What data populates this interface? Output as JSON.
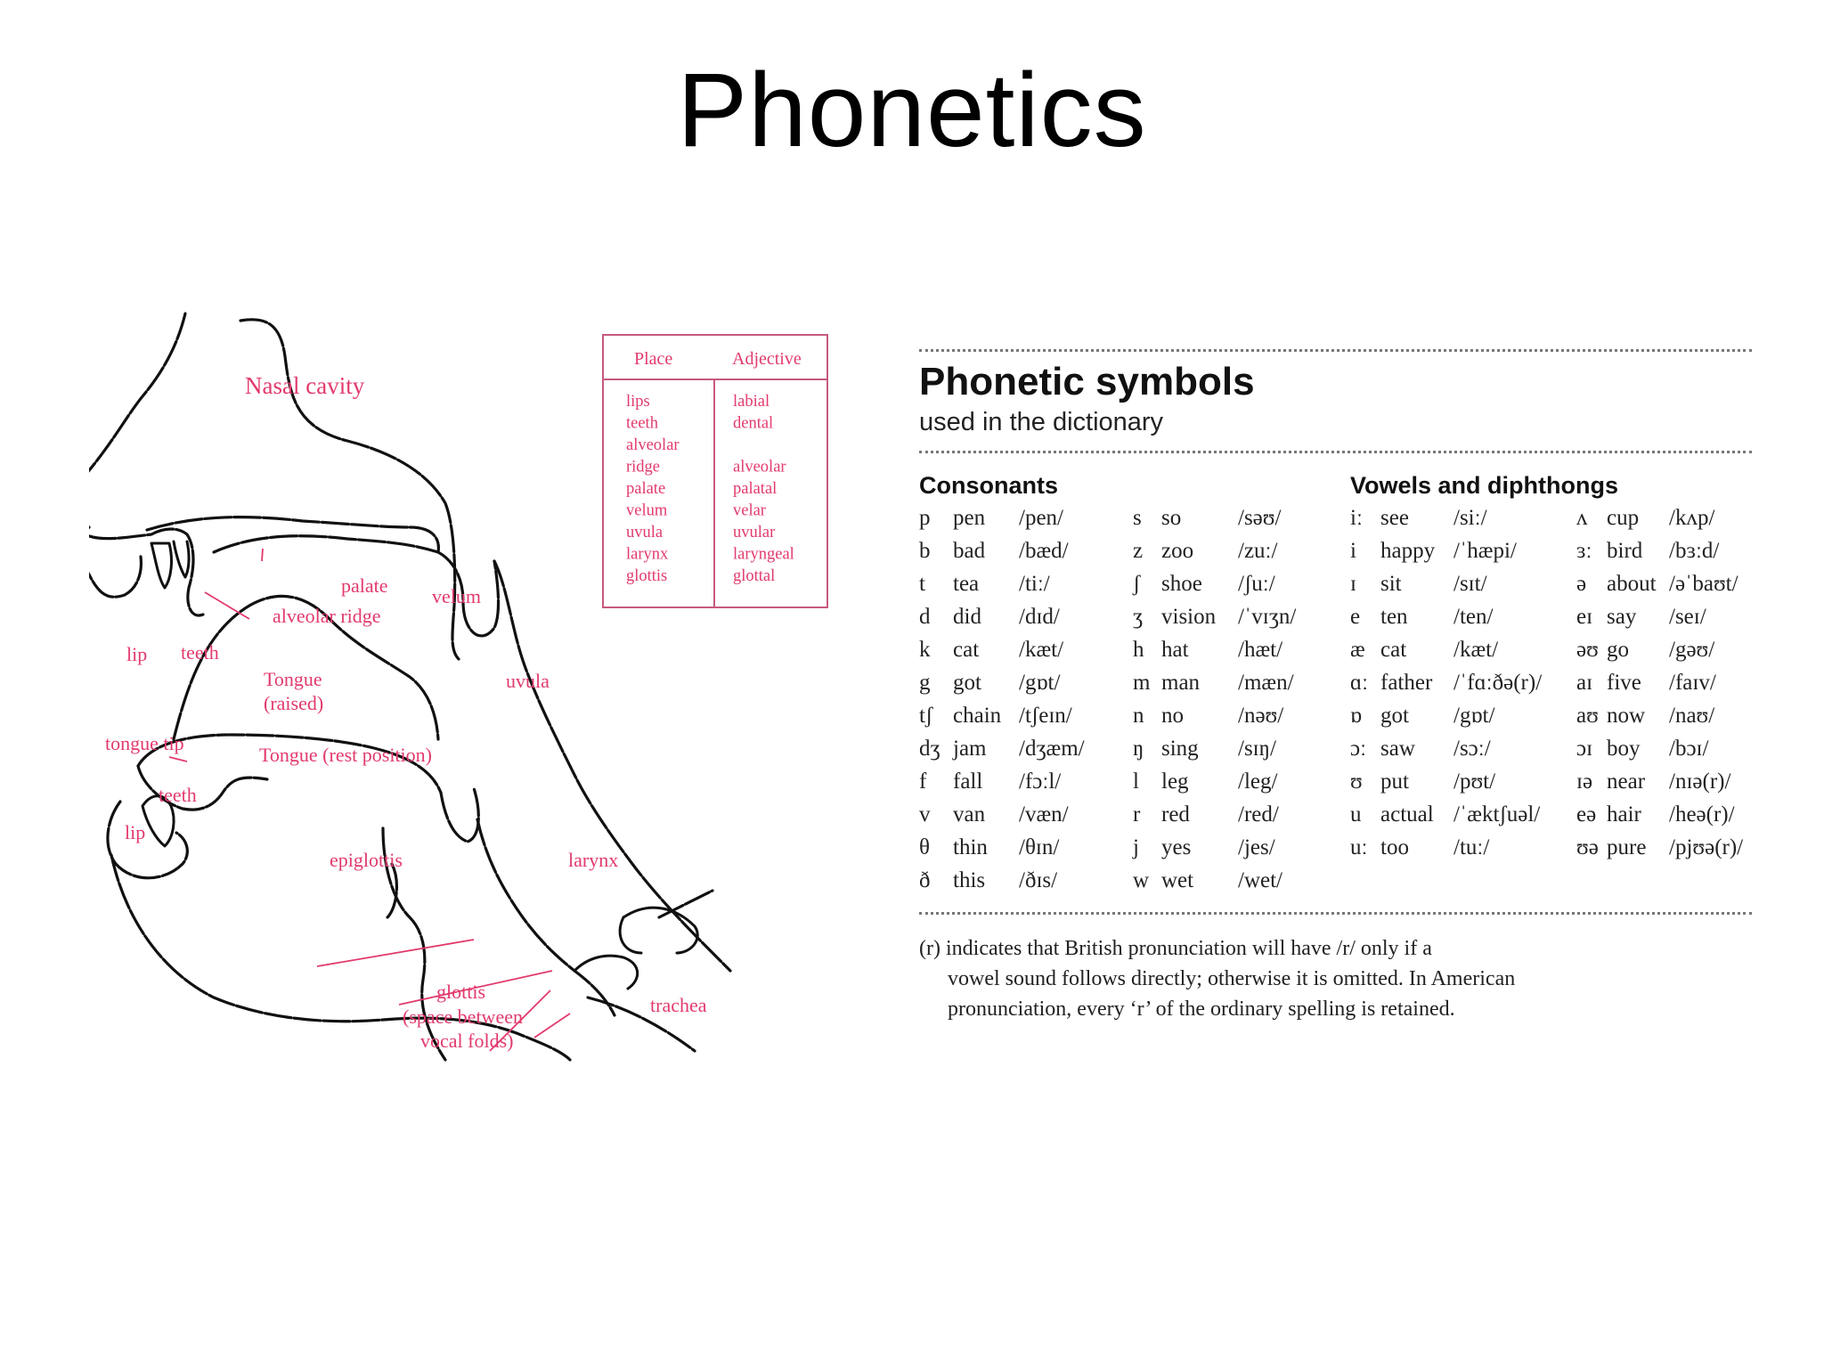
{
  "slide": {
    "title": "Phonetics"
  },
  "tract": {
    "labels": {
      "nasal_cavity": "Nasal cavity",
      "palate": "palate",
      "alveolar_ridge": "alveolar ridge",
      "velum": "velum",
      "lip_top": "lip",
      "teeth_top": "teeth",
      "tongue_raised_1": "Tongue",
      "tongue_raised_2": "(raised)",
      "uvula": "uvula",
      "tongue_tip": "tongue tip",
      "tongue_rest": "Tongue (rest position)",
      "teeth_bottom": "teeth",
      "lip_bottom": "lip",
      "epiglottis": "epiglottis",
      "larynx": "larynx",
      "glottis_1": "glottis",
      "glottis_2": "(space between",
      "glottis_3": "vocal folds)",
      "trachea": "trachea"
    },
    "table": {
      "header": [
        "Place",
        "Adjective"
      ],
      "place": [
        "lips",
        "teeth",
        "alveolar",
        "ridge",
        "palate",
        "velum",
        "uvula",
        "larynx",
        "glottis"
      ],
      "adjective": [
        "labial",
        "dental",
        "",
        "alveolar",
        "palatal",
        "velar",
        "uvular",
        "laryngeal",
        "glottal"
      ]
    },
    "colors": {
      "label": "#e23a6c",
      "outline": "#111111"
    }
  },
  "phonetic": {
    "title": "Phonetic symbols",
    "subtitle": "used in the dictionary",
    "consonants_heading": "Consonants",
    "vowels_heading": "Vowels and diphthongs",
    "consonants_a": [
      [
        "p",
        "pen",
        "/pen/"
      ],
      [
        "b",
        "bad",
        "/bæd/"
      ],
      [
        "t",
        "tea",
        "/tiː/"
      ],
      [
        "d",
        "did",
        "/dɪd/"
      ],
      [
        "k",
        "cat",
        "/kæt/"
      ],
      [
        "g",
        "got",
        "/gɒt/"
      ],
      [
        "tʃ",
        "chain",
        "/tʃeɪn/"
      ],
      [
        "dʒ",
        "jam",
        "/dʒæm/"
      ],
      [
        "f",
        "fall",
        "/fɔːl/"
      ],
      [
        "v",
        "van",
        "/væn/"
      ],
      [
        "θ",
        "thin",
        "/θɪn/"
      ],
      [
        "ð",
        "this",
        "/ðɪs/"
      ]
    ],
    "consonants_b": [
      [
        "s",
        "so",
        "/səʊ/"
      ],
      [
        "z",
        "zoo",
        "/zuː/"
      ],
      [
        "ʃ",
        "shoe",
        "/ʃuː/"
      ],
      [
        "ʒ",
        "vision",
        "/ˈvɪʒn/"
      ],
      [
        "h",
        "hat",
        "/hæt/"
      ],
      [
        "m",
        "man",
        "/mæn/"
      ],
      [
        "n",
        "no",
        "/nəʊ/"
      ],
      [
        "ŋ",
        "sing",
        "/sɪŋ/"
      ],
      [
        "l",
        "leg",
        "/leg/"
      ],
      [
        "r",
        "red",
        "/red/"
      ],
      [
        "j",
        "yes",
        "/jes/"
      ],
      [
        "w",
        "wet",
        "/wet/"
      ]
    ],
    "vowels_a": [
      [
        "iː",
        "see",
        "/siː/"
      ],
      [
        "i",
        "happy",
        "/ˈhæpi/"
      ],
      [
        "ɪ",
        "sit",
        "/sɪt/"
      ],
      [
        "e",
        "ten",
        "/ten/"
      ],
      [
        "æ",
        "cat",
        "/kæt/"
      ],
      [
        "ɑː",
        "father",
        "/ˈfɑːðə(r)/"
      ],
      [
        "ɒ",
        "got",
        "/gɒt/"
      ],
      [
        "ɔː",
        "saw",
        "/sɔː/"
      ],
      [
        "ʊ",
        "put",
        "/pʊt/"
      ],
      [
        "u",
        "actual",
        "/ˈæktʃuəl/"
      ],
      [
        "uː",
        "too",
        "/tuː/"
      ]
    ],
    "vowels_b": [
      [
        "ʌ",
        "cup",
        "/kʌp/"
      ],
      [
        "ɜː",
        "bird",
        "/bɜːd/"
      ],
      [
        "ə",
        "about",
        "/əˈbaʊt/"
      ],
      [
        "eɪ",
        "say",
        "/seɪ/"
      ],
      [
        "əʊ",
        "go",
        "/gəʊ/"
      ],
      [
        "aɪ",
        "five",
        "/faɪv/"
      ],
      [
        "aʊ",
        "now",
        "/naʊ/"
      ],
      [
        "ɔɪ",
        "boy",
        "/bɔɪ/"
      ],
      [
        "ɪə",
        "near",
        "/nɪə(r)/"
      ],
      [
        "eə",
        "hair",
        "/heə(r)/"
      ],
      [
        "ʊə",
        "pure",
        "/pjʊə(r)/"
      ]
    ],
    "note_lines": [
      "(r) indicates that British pronunciation will have /r/ only if a",
      "vowel sound follows directly; otherwise it is omitted. In American",
      "pronunciation, every ‘r’ of the ordinary spelling is retained."
    ]
  }
}
